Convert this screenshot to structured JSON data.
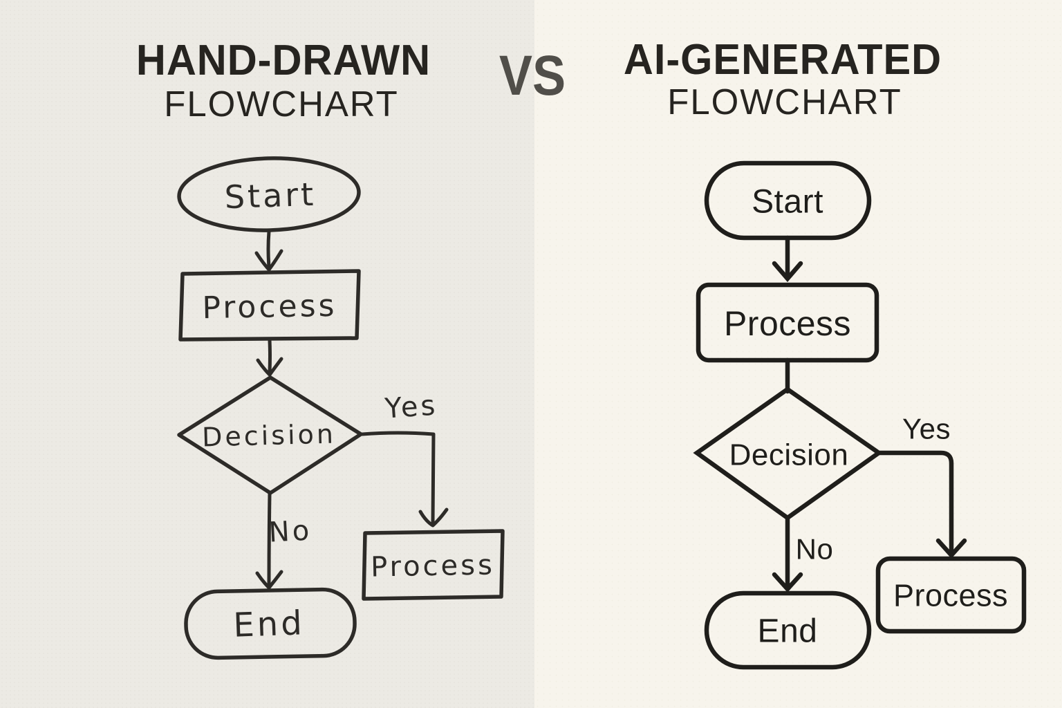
{
  "versus": "VS",
  "colors": {
    "left_background": "#ECEAE4",
    "right_background": "#F7F4EC",
    "left_ink": "#2D2B28",
    "right_ink": "#1F1E1B",
    "title_color": "#262420",
    "vs_color": "#504E49"
  },
  "left": {
    "heading": "HAND-DRAWN",
    "subheading": "FLOWCHART",
    "style": "hand-drawn",
    "nodes": {
      "start": "Start",
      "process1": "Process",
      "decision": "Decision",
      "process2": "Process",
      "end": "End"
    },
    "edges": {
      "yes": "Yes",
      "no": "No"
    }
  },
  "right": {
    "heading": "AI-GENERATED",
    "subheading": "FLOWCHART",
    "style": "ai-generated",
    "nodes": {
      "start": "Start",
      "process1": "Process",
      "decision": "Decision",
      "process2": "Process",
      "end": "End"
    },
    "edges": {
      "yes": "Yes",
      "no": "No"
    }
  }
}
